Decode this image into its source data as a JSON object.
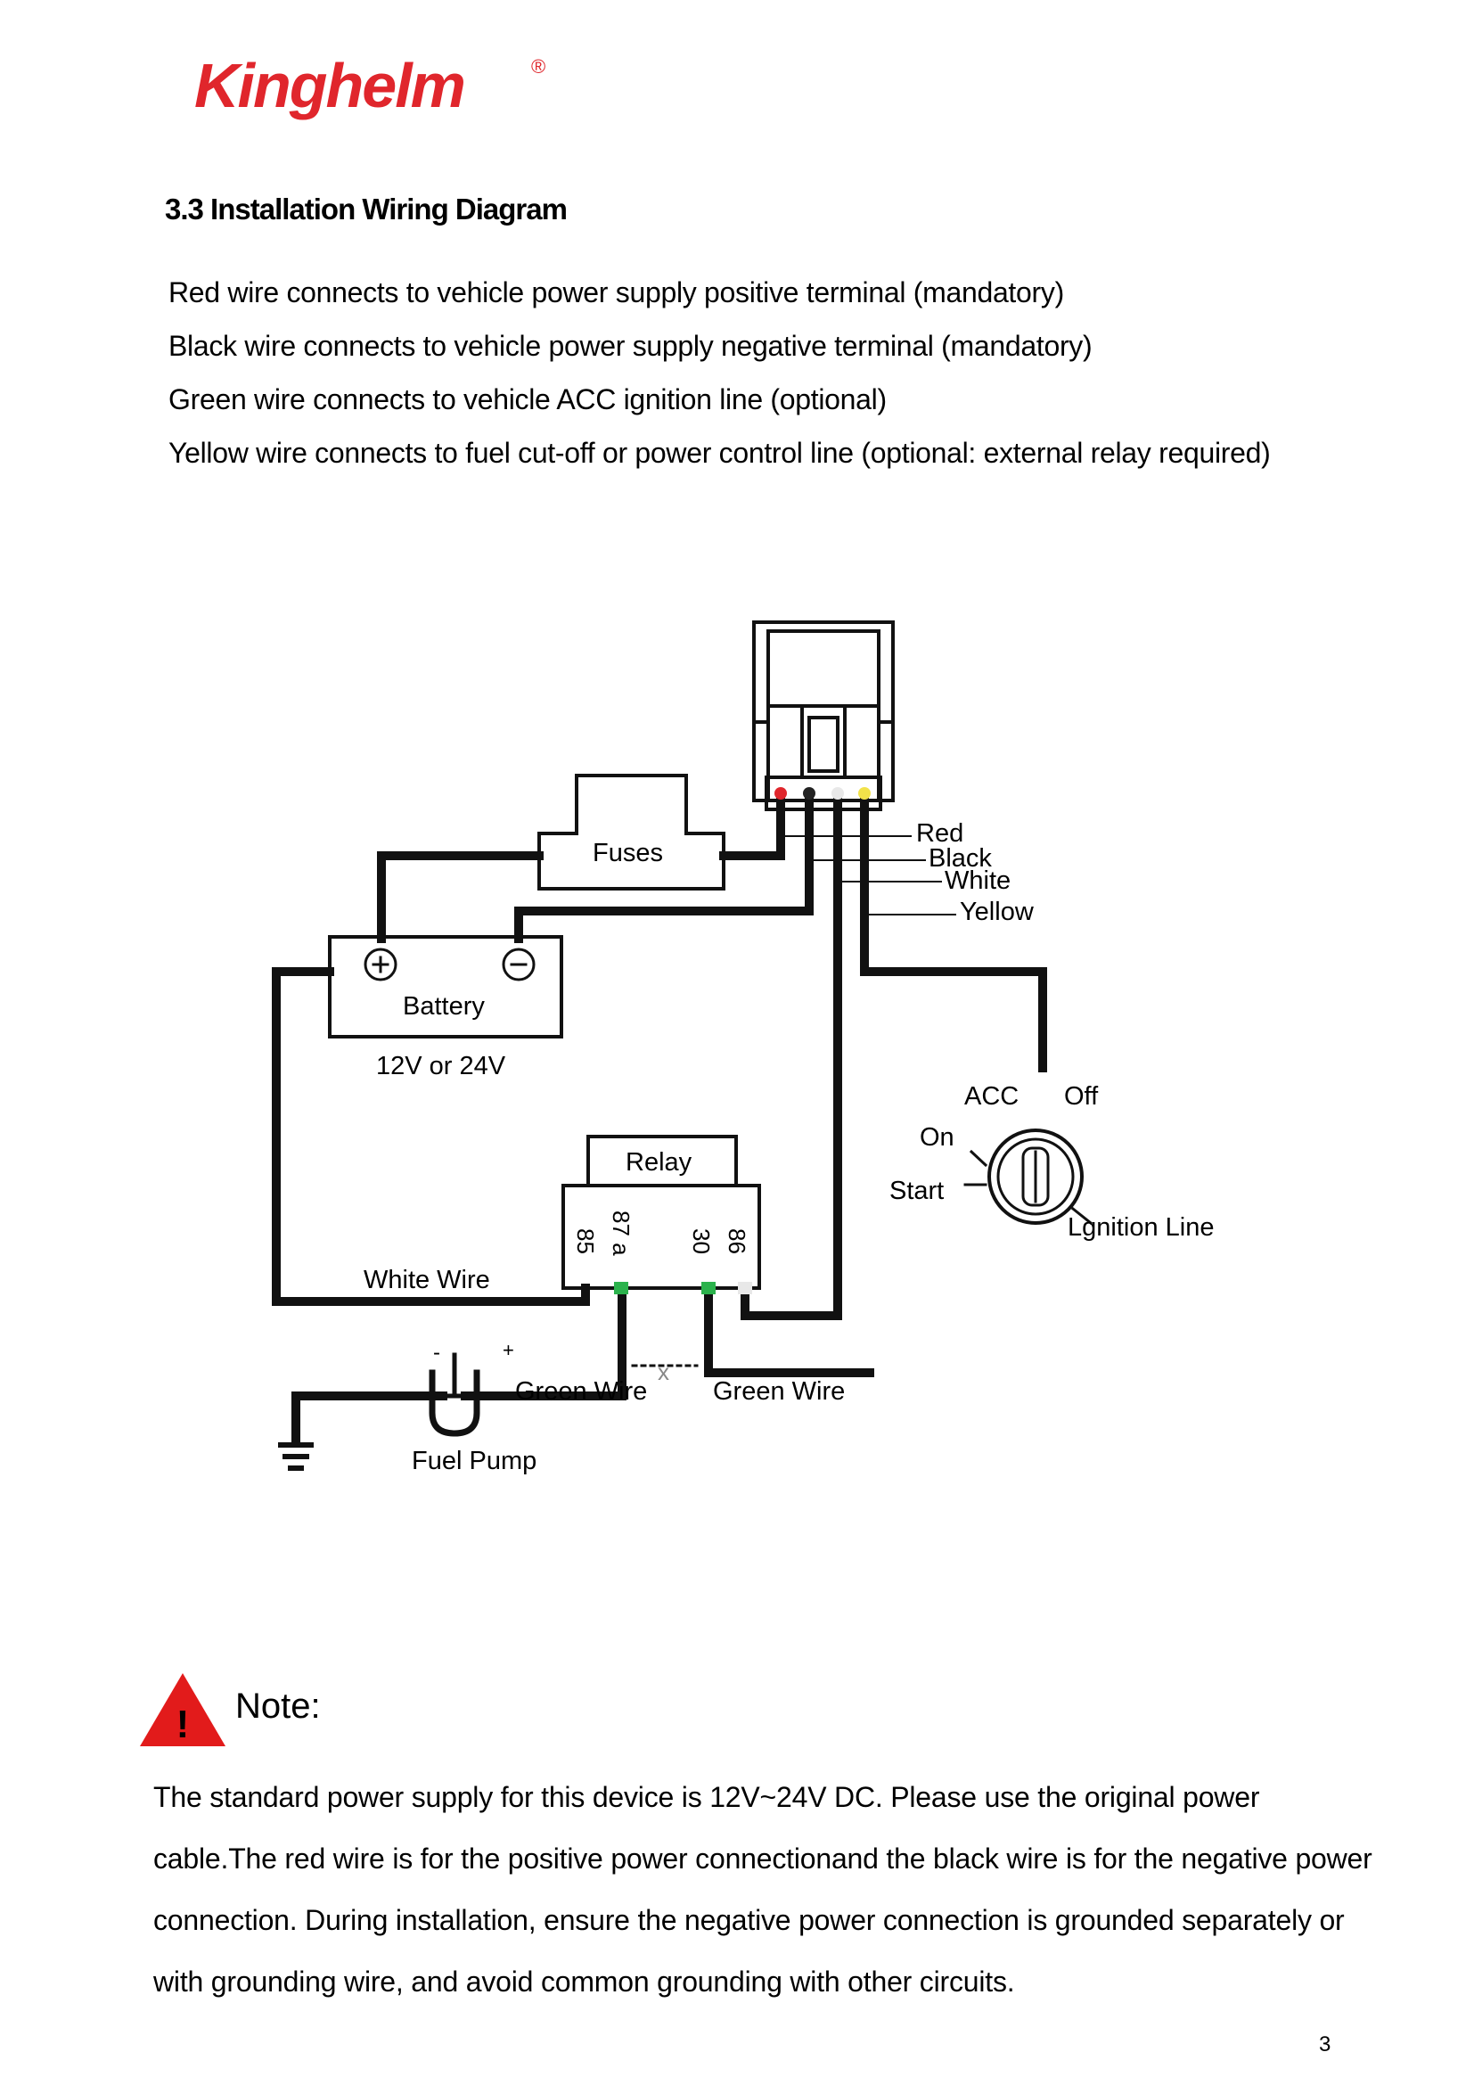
{
  "brand": {
    "name": "Kinghelm",
    "registered_mark": "®",
    "color": "#e0262c"
  },
  "section": {
    "heading": "3.3 Installation Wiring Diagram",
    "wiring_instructions": [
      "Red wire connects to vehicle power supply positive terminal (mandatory)",
      "Black wire connects to vehicle power supply negative terminal (mandatory)",
      "Green wire connects to vehicle ACC ignition line (optional)",
      "Yellow wire connects to fuel cut-off or power control line (optional: external relay required)"
    ]
  },
  "diagram": {
    "wire_labels": [
      "Red",
      "Black",
      "White",
      "Yellow"
    ],
    "fuses": "Fuses",
    "battery": {
      "label": "Battery",
      "voltage": "12V or 24V",
      "plus": "+",
      "minus": "−"
    },
    "relay": {
      "label": "Relay",
      "pins": [
        "85",
        "87 a",
        "30",
        "86"
      ]
    },
    "ignition": {
      "acc": "ACC",
      "off": "Off",
      "on": "On",
      "start": "Start",
      "line": "Lgnition Line"
    },
    "white_wire": "White Wire",
    "green_wire_left": "Green Wire",
    "green_wire_right": "Green Wire",
    "fuel_pump": "Fuel Pump",
    "fuel_pump_minus": "-",
    "fuel_pump_plus": "+",
    "cut_mark": "x",
    "pin_colors": {
      "red": "#e0262c",
      "black": "#222222",
      "white": "#e8e8e8",
      "yellow": "#f2e24a",
      "green": "#2bb24c"
    }
  },
  "note": {
    "icon": "warning-triangle-icon",
    "icon_glyph": "!",
    "icon_color": "#e21b1b",
    "label": "Note:",
    "text": "The standard power supply for this device is 12V~24V DC. Please use the original power cable.The red wire is for the positive power connectionand the black wire is for the negative power connection. During installation, ensure the negative power connection is grounded separately or with grounding wire, and avoid common grounding with other circuits."
  },
  "page_number": "3"
}
